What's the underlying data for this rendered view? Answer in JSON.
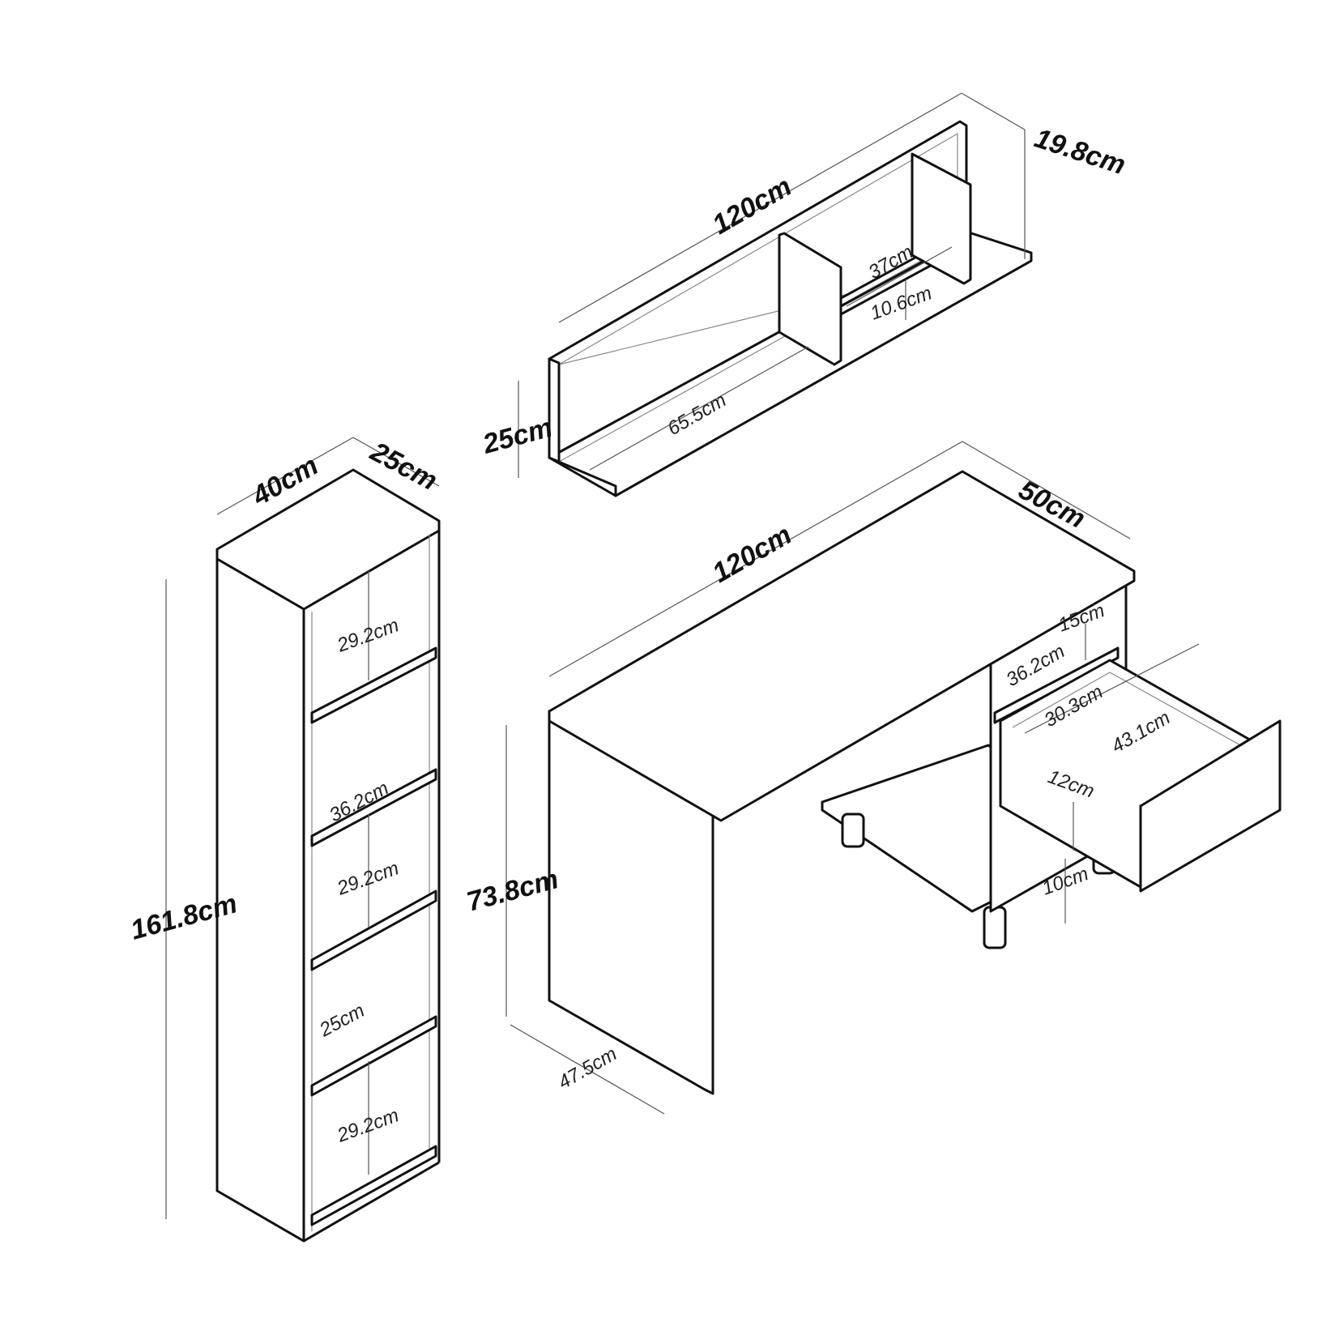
{
  "diagram": {
    "type": "furniture-dimension-drawing",
    "items": [
      {
        "name": "wall-shelf",
        "dimensions": {
          "width": "120cm",
          "depth": "19.8cm",
          "height": "25cm",
          "left_compartment_width": "65.5cm",
          "right_compartment_width": "37cm",
          "right_compartment_height": "10.6cm"
        }
      },
      {
        "name": "bookcase",
        "dimensions": {
          "width": "40cm",
          "depth": "25cm",
          "height": "161.8cm",
          "shelf_gap_1": "29.2cm",
          "shelf_inner_width": "36.2cm",
          "shelf_gap_2": "29.2cm",
          "shelf_gap_3": "25cm",
          "shelf_gap_4": "29.2cm"
        }
      },
      {
        "name": "desk",
        "dimensions": {
          "width": "120cm",
          "depth": "50cm",
          "height": "73.8cm",
          "side_depth": "47.5cm",
          "upper_cubby_height": "15cm",
          "cubby_width": "36.2cm",
          "drawer_width": "30.3cm",
          "drawer_depth": "43.1cm",
          "drawer_height": "12cm",
          "leg_height": "10cm"
        }
      }
    ]
  },
  "labels": {
    "shelf_width": "120cm",
    "shelf_depth": "19.8cm",
    "shelf_height": "25cm",
    "shelf_left": "65.5cm",
    "shelf_right": "37cm",
    "shelf_right_h": "10.6cm",
    "bc_width": "40cm",
    "bc_depth": "25cm",
    "bc_height": "161.8cm",
    "bc_gap1": "29.2cm",
    "bc_inner": "36.2cm",
    "bc_gap2": "29.2cm",
    "bc_gap3": "25cm",
    "bc_gap4": "29.2cm",
    "desk_width": "120cm",
    "desk_depth": "50cm",
    "desk_height": "73.8cm",
    "desk_side": "47.5cm",
    "desk_cubby_h": "15cm",
    "desk_cubby_w": "36.2cm",
    "drawer_w": "30.3cm",
    "drawer_d": "43.1cm",
    "drawer_h": "12cm",
    "leg_h": "10cm"
  }
}
